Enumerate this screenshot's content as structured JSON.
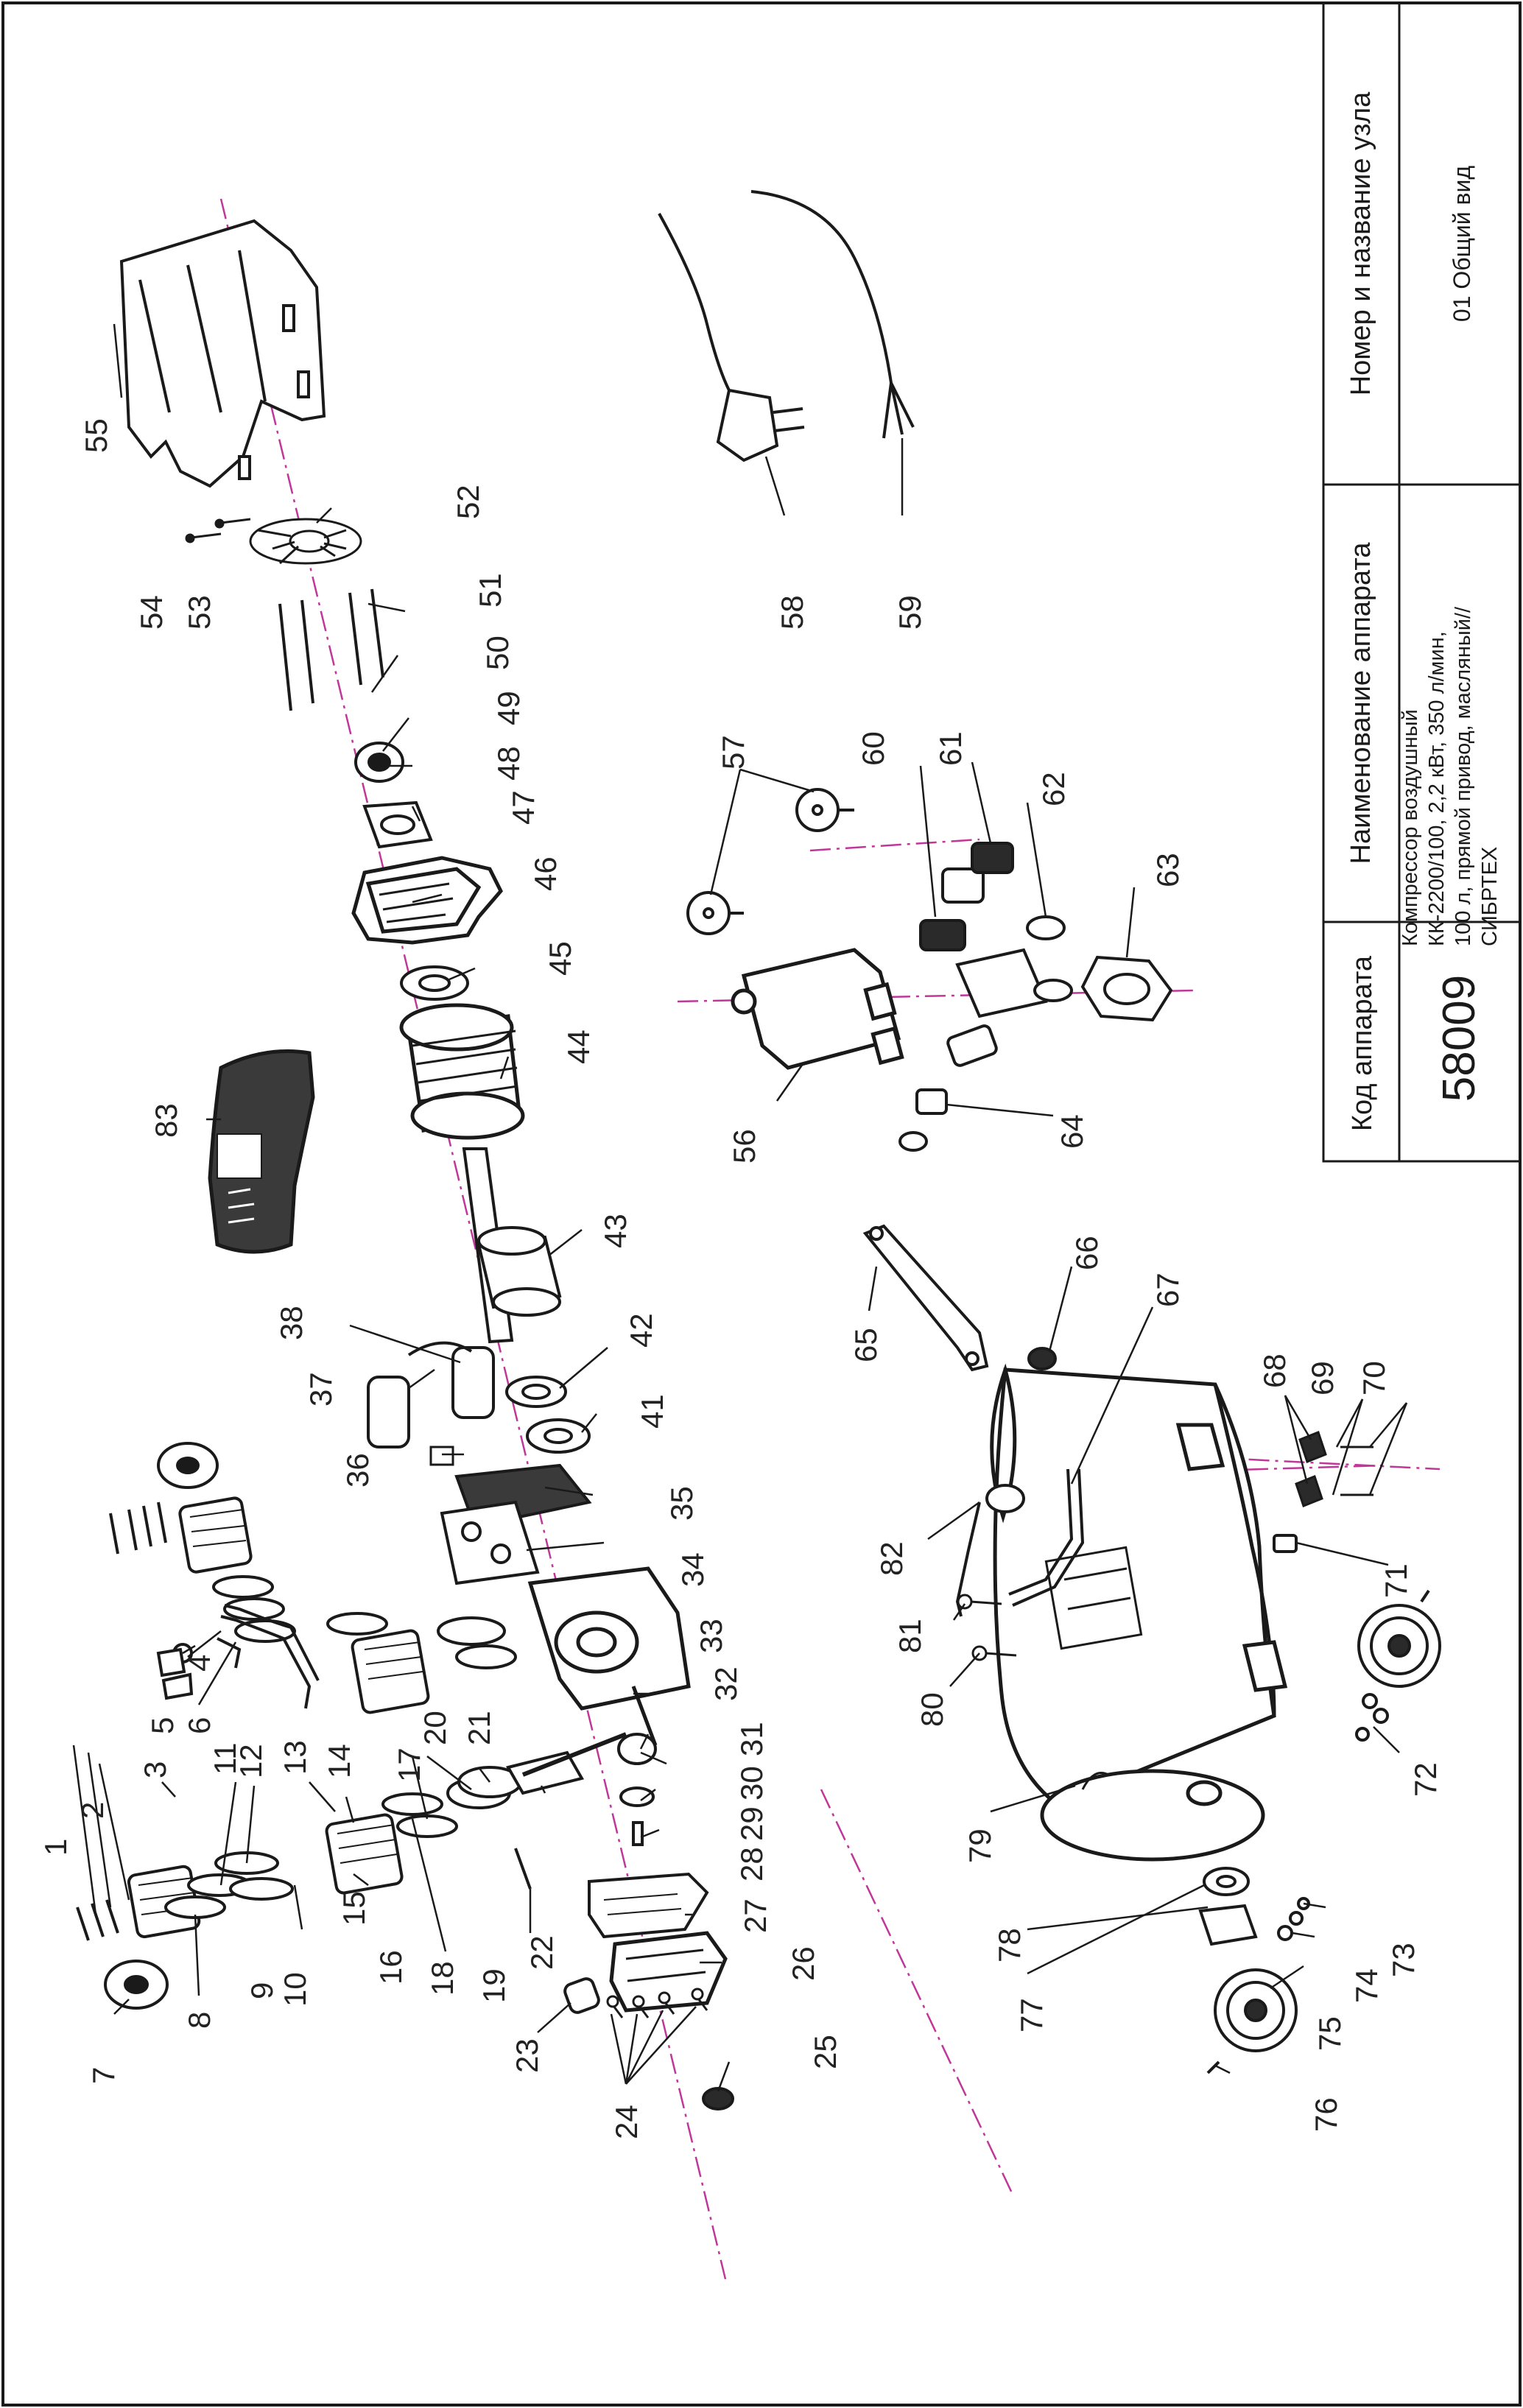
{
  "title_block": {
    "col1_header": "Код аппарата",
    "col1_value": "58009",
    "col2_header": "Наименование аппарата",
    "col2_value_lines": [
      "Компрессор воздушный",
      "КК-2200/100, 2,2 кВт, 350 л/мин,",
      "100 л, прямой привод, масляный//",
      "СИБРТЕХ"
    ],
    "col3_header": "Номер и название узла",
    "col3_value": "01 Общий вид"
  },
  "parts": {
    "p1": "1",
    "p2": "2",
    "p3": "3",
    "p4": "4",
    "p5": "5",
    "p6": "6",
    "p7": "7",
    "p8": "8",
    "p9": "9",
    "p10": "10",
    "p11": "11",
    "p12": "12",
    "p13": "13",
    "p14": "14",
    "p15": "15",
    "p16": "16",
    "p17": "17",
    "p18": "18",
    "p19": "19",
    "p20": "20",
    "p21": "21",
    "p22": "22",
    "p23": "23",
    "p24": "24",
    "p25": "25",
    "p26": "26",
    "p27": "27",
    "p28": "28",
    "p29": "29",
    "p30": "30",
    "p31": "31",
    "p32": "32",
    "p33": "33",
    "p34": "34",
    "p35": "35",
    "p36": "36",
    "p37": "37",
    "p38": "38",
    "p41": "41",
    "p42": "42",
    "p43": "43",
    "p44": "44",
    "p45": "45",
    "p46": "46",
    "p47": "47",
    "p48": "48",
    "p49": "49",
    "p50": "50",
    "p51": "51",
    "p52": "52",
    "p53": "53",
    "p54": "54",
    "p55": "55",
    "p56": "56",
    "p57": "57",
    "p58": "58",
    "p59": "59",
    "p60": "60",
    "p61": "61",
    "p62": "62",
    "p63": "63",
    "p64": "64",
    "p65": "65",
    "p66": "66",
    "p67": "67",
    "p68": "68",
    "p69": "69",
    "p70": "70",
    "p71": "71",
    "p72": "72",
    "p73": "73",
    "p74": "74",
    "p75": "75",
    "p76": "76",
    "p77": "77",
    "p78": "78",
    "p79": "79",
    "p80": "80",
    "p81": "81",
    "p82": "82",
    "p83": "83"
  },
  "colors": {
    "line": "#1a1a1a",
    "axis": "#c0379a",
    "gray": "#9a9a9a",
    "dark": "#2a2a2a"
  }
}
